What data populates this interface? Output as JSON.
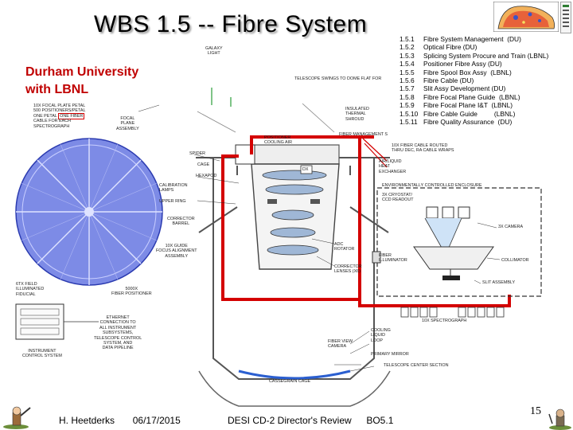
{
  "title": "WBS 1.5  -- Fibre System",
  "subtitle": [
    "Durham University",
    "with LBNL"
  ],
  "wbs_items": [
    {
      "code": "1.5.1",
      "label": "Fibre System Management  (DU)"
    },
    {
      "code": "1.5.2",
      "label": "Optical Fibre (DU)"
    },
    {
      "code": "1.5.3",
      "label": "Splicing System Procure and Train (LBNL)"
    },
    {
      "code": "1.5.4",
      "label": "Positioner Fibre Assy (DU)"
    },
    {
      "code": "1.5.5",
      "label": "Fibre Spool Box Assy  (LBNL)"
    },
    {
      "code": "1.5.6",
      "label": "Fibre Cable (DU)"
    },
    {
      "code": "1.5.7",
      "label": "Slit Assy Development (DU)"
    },
    {
      "code": "1.5.8",
      "label": "Fibre Focal Plane Guide  (LBNL)"
    },
    {
      "code": "1.5.9",
      "label": "Fibre Focal Plane I&T  (LBNL)"
    },
    {
      "code": "1.5.10",
      "label": "Fibre Cable Guide         (LBNL)"
    },
    {
      "code": "1.5.11",
      "label": "Fibre Quality Assurance  (DU)"
    }
  ],
  "diagram": {
    "labels": {
      "focal_plate": [
        "10X FOCAL PLATE PETAL",
        "500 POSITIONERS/PETAL",
        "ONE PETAL",
        "ONE FIBER",
        "CABLE FOR EACH",
        "SPECTROGRAPH"
      ],
      "galaxy_light": [
        "GALAXY",
        "LIGHT"
      ],
      "telescope_swings": "TELESCOPE SWINGS TO DOME FLAT FOR",
      "focal_plane_assembly": [
        "FOCAL",
        "PLANE",
        "ASSEMBLY"
      ],
      "insulated_shroud": [
        "INSULATED",
        "THERMAL",
        "SHROUD"
      ],
      "positioner_cooling": [
        "POSITIONER",
        "COOLING AIR"
      ],
      "fiber_management": "FIBER MANAGEMENT S",
      "fiber_cable_routed": [
        "10X FIBER CABLE ROUTED",
        "THRU DEC, RA CABLE WRAPS"
      ],
      "air_liquid": [
        "AIR/LIQUID",
        "HEAT",
        "EXCHANGER"
      ],
      "spider": "SPIDER",
      "cage": "CAGE",
      "hexapod": "HEXAPOD",
      "calibration_lamps": [
        "CALIBRATION",
        "LAMPS"
      ],
      "upper_ring": "UPPER RING",
      "corrector_barrel": [
        "CORRECTOR",
        "BARREL"
      ],
      "guide_focus": [
        "10X GUIDE",
        "FOCUS ALIGNMENT",
        "ASSEMBLY"
      ],
      "adc_rotator": [
        "ADC",
        "ROTATOR"
      ],
      "corrector_lenses": [
        "CORRECTOR",
        "LENSES (X6)"
      ],
      "fiducial": [
        "6TX FIELD",
        "ILLUMINATED",
        "FIDUCIAL"
      ],
      "fiber_positioner": [
        "5000X",
        "FIBER POSITIONER"
      ],
      "env_enclosure": "ENVIRONMENTALLY CONTROLLED ENCLOSURE",
      "cryostat": [
        "3X CRYOSTAT/",
        "CCD READOUT"
      ],
      "camera": "3X CAMERA",
      "collimator": "COLLIMATOR",
      "fiber_illuminator": [
        "FIBER",
        "ILLUMINATOR"
      ],
      "slit_assembly": "SLIT ASSEMBLY",
      "spectrograph": "10X SPECTROGRAPH",
      "dx_mark": "DX",
      "ethernet": [
        "ETHERNET",
        "CONNECTION TO",
        "ALL INSTRUMENT",
        "SUBSYSTEMS,",
        "TELESCOPE CONTROL",
        "SYSTEM, AND",
        "DATA PIPELINE"
      ],
      "fiber_view_camera": [
        "FIBER VIEW",
        "CAMERA"
      ],
      "cooling_liquid": [
        "COOLING",
        "LIQUID",
        "LOOP"
      ],
      "primary_mirror": "PRIMARY MIRROR",
      "telescope_center": "TELESCOPE CENTER SECTION",
      "instrument_control": [
        "INSTRUMENT",
        "CONTROL SYSTEM"
      ],
      "cassegrain_cage": "CASSEGRAIN CAGE"
    }
  },
  "footer": {
    "author": "H. Heetderks",
    "date": "06/17/2015",
    "event": "DESI CD-2 Director's Review",
    "code": "BO5.1",
    "page": "15"
  },
  "colors": {
    "fibre": "#d40000",
    "petal": "#5a66d8",
    "title_shadow": "#9a9a9a",
    "subtitle": "#c00000"
  }
}
